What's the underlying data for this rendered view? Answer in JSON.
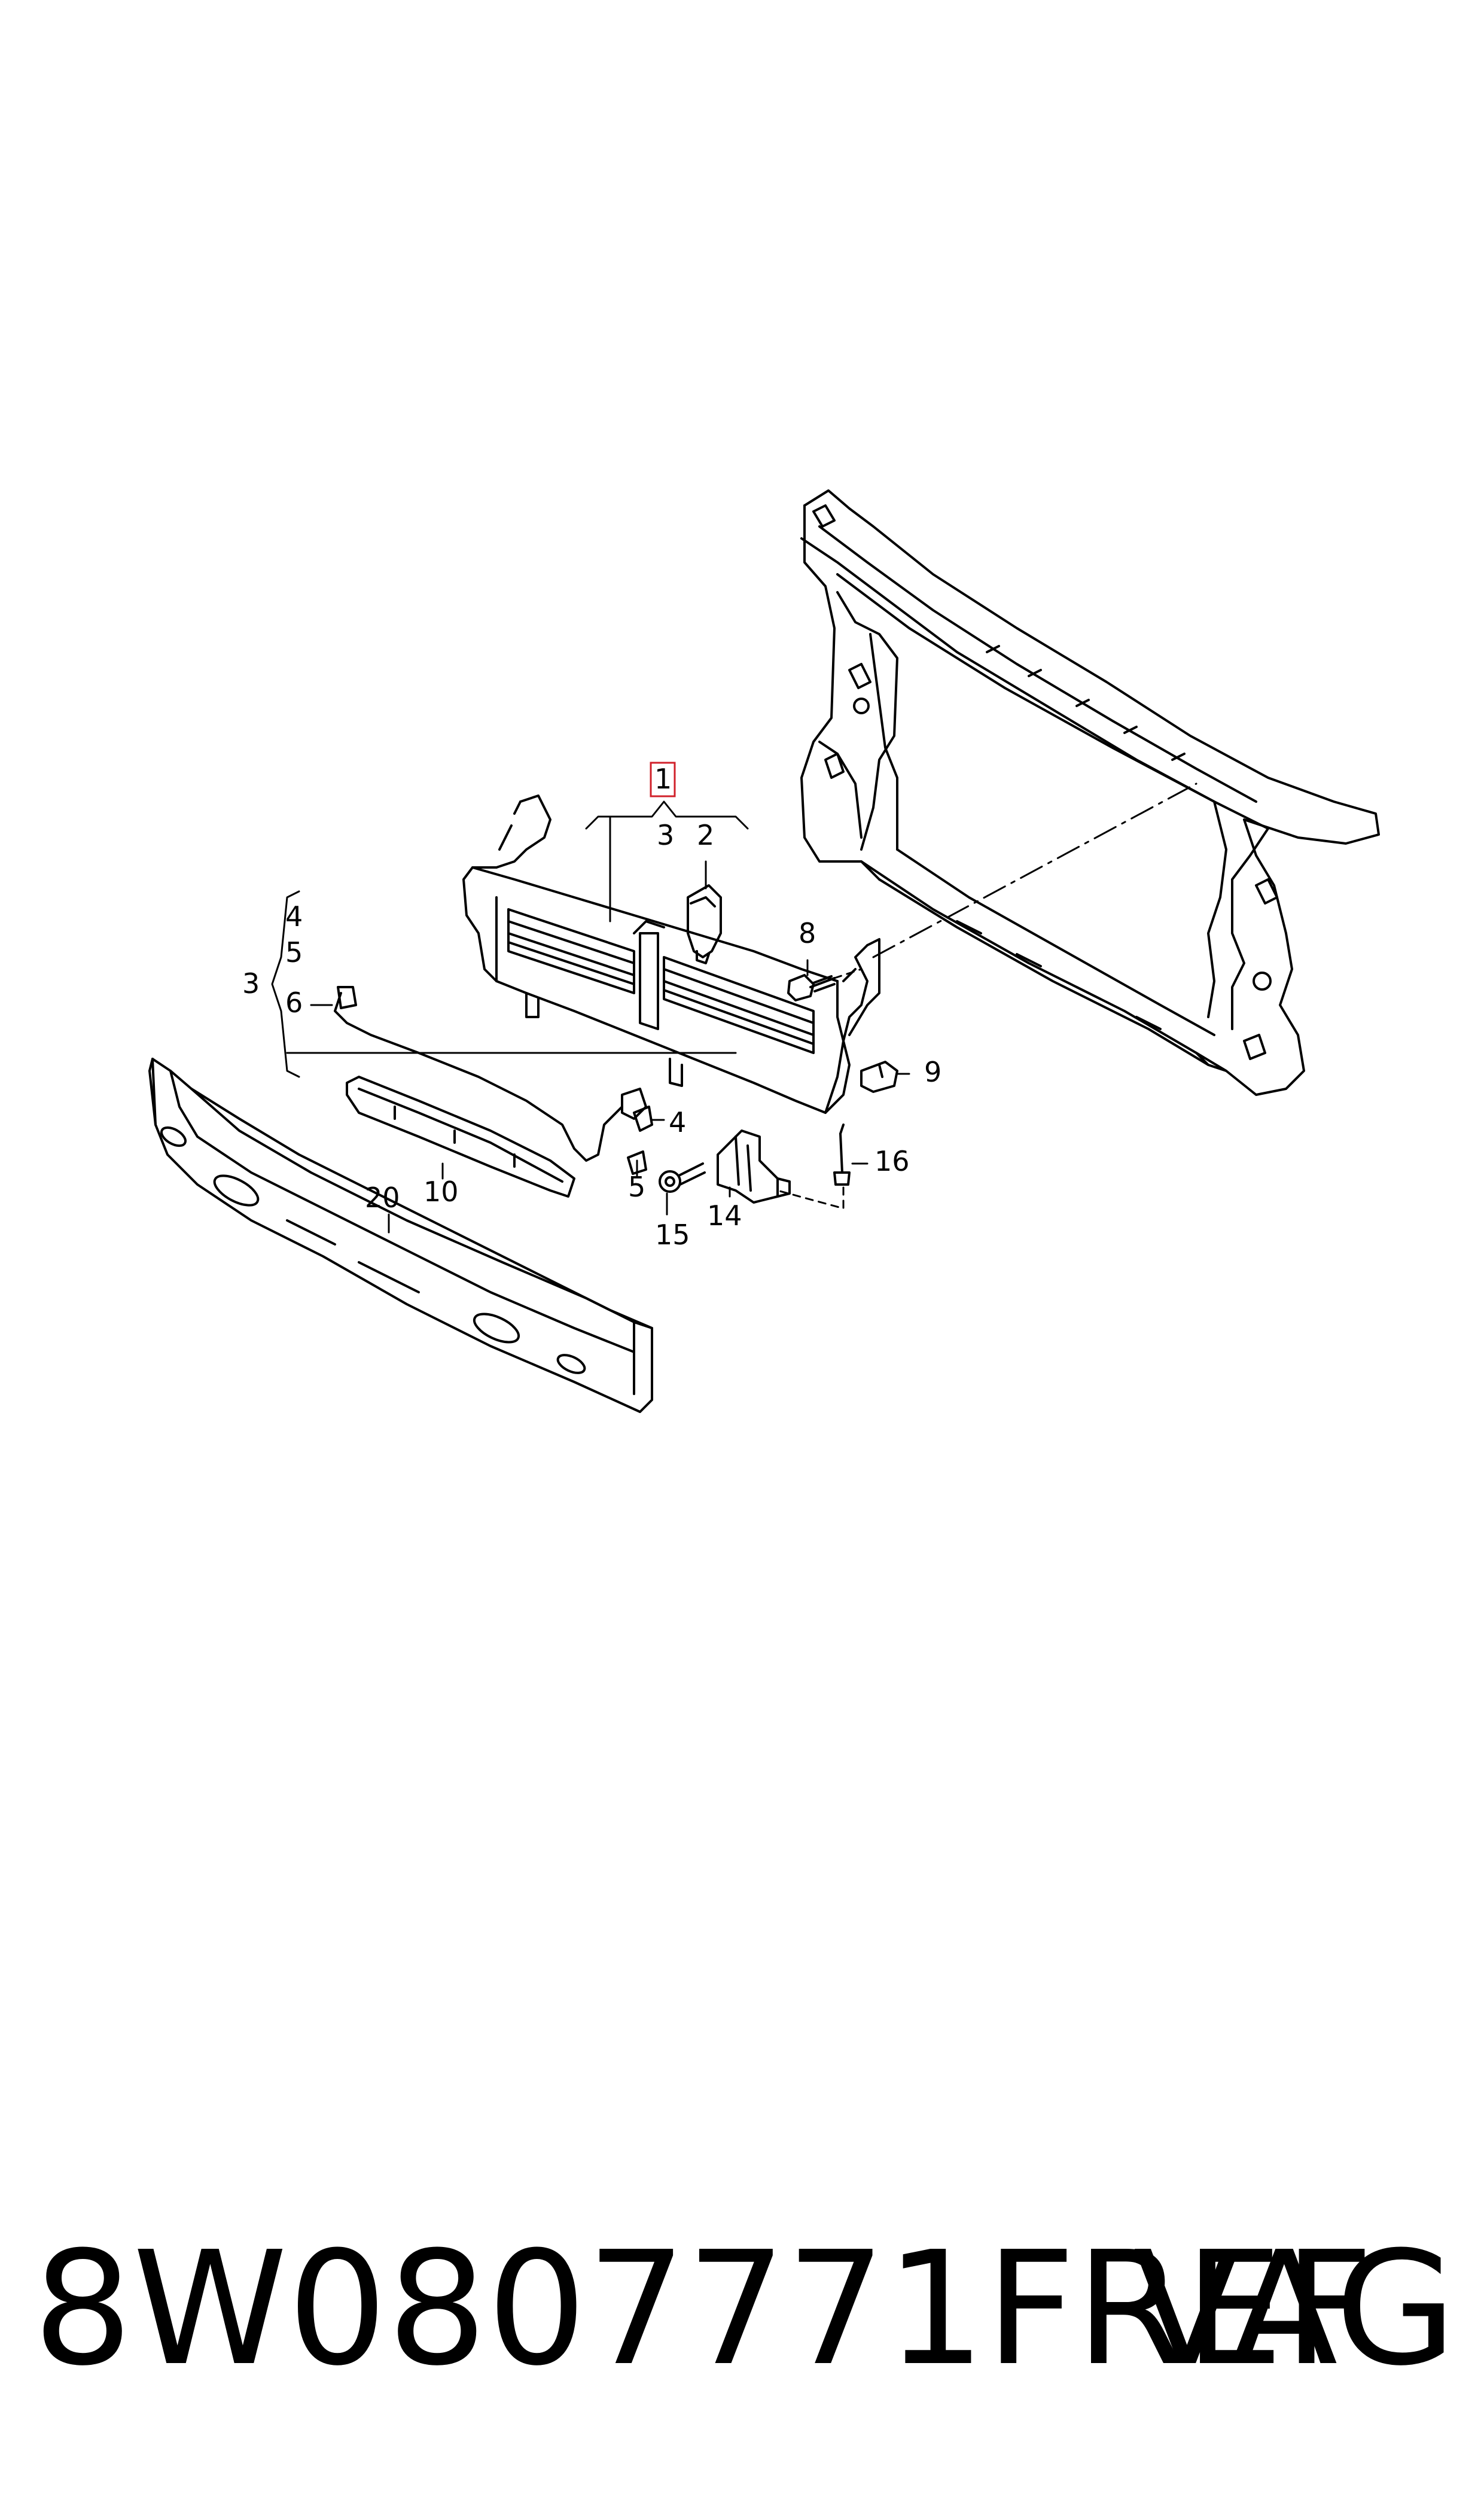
{
  "callouts": {
    "c1": "1",
    "c2": "2",
    "c3a": "3",
    "c3b": "3",
    "c4a": "4",
    "c5a": "5",
    "c6": "6",
    "c8": "8",
    "c9": "9",
    "c4b": "4",
    "c5b": "5",
    "c10": "10",
    "c14": "14",
    "c15": "15",
    "c16": "16",
    "c20": "20"
  },
  "footer": {
    "part_number": "8W0807771FREF",
    "brand": "VAG"
  },
  "colors": {
    "highlight": "#d0202a",
    "line": "#000000"
  }
}
